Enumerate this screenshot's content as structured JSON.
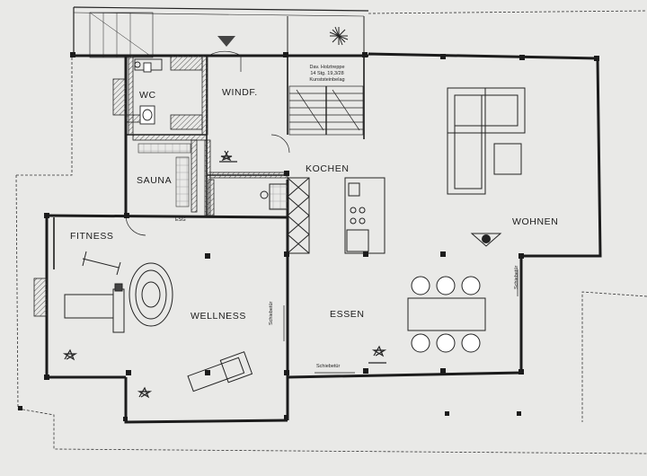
{
  "rooms": {
    "wc": "WC",
    "windfang": "WINDF.",
    "sauna": "SAUNA",
    "kochen": "KOCHEN",
    "wohnen": "WOHNEN",
    "fitness": "FITNESS",
    "wellness": "WELLNESS",
    "essen": "ESSEN"
  },
  "stair_note": {
    "line1": "Dav. Holztreppe",
    "line2": "14 Stg. 19,3/28",
    "line3": "Kunststeinbelag"
  },
  "door_labels": {
    "esg": "ESG",
    "schiebetuer_1": "Schiebetür",
    "schiebetuer_2": "Schiebetür",
    "schiebetuer_3": "Schiebetür"
  },
  "colors": {
    "paper": "#e9e9e7",
    "wall": "#1c1c1c",
    "hatch": "#8a8a8a"
  }
}
